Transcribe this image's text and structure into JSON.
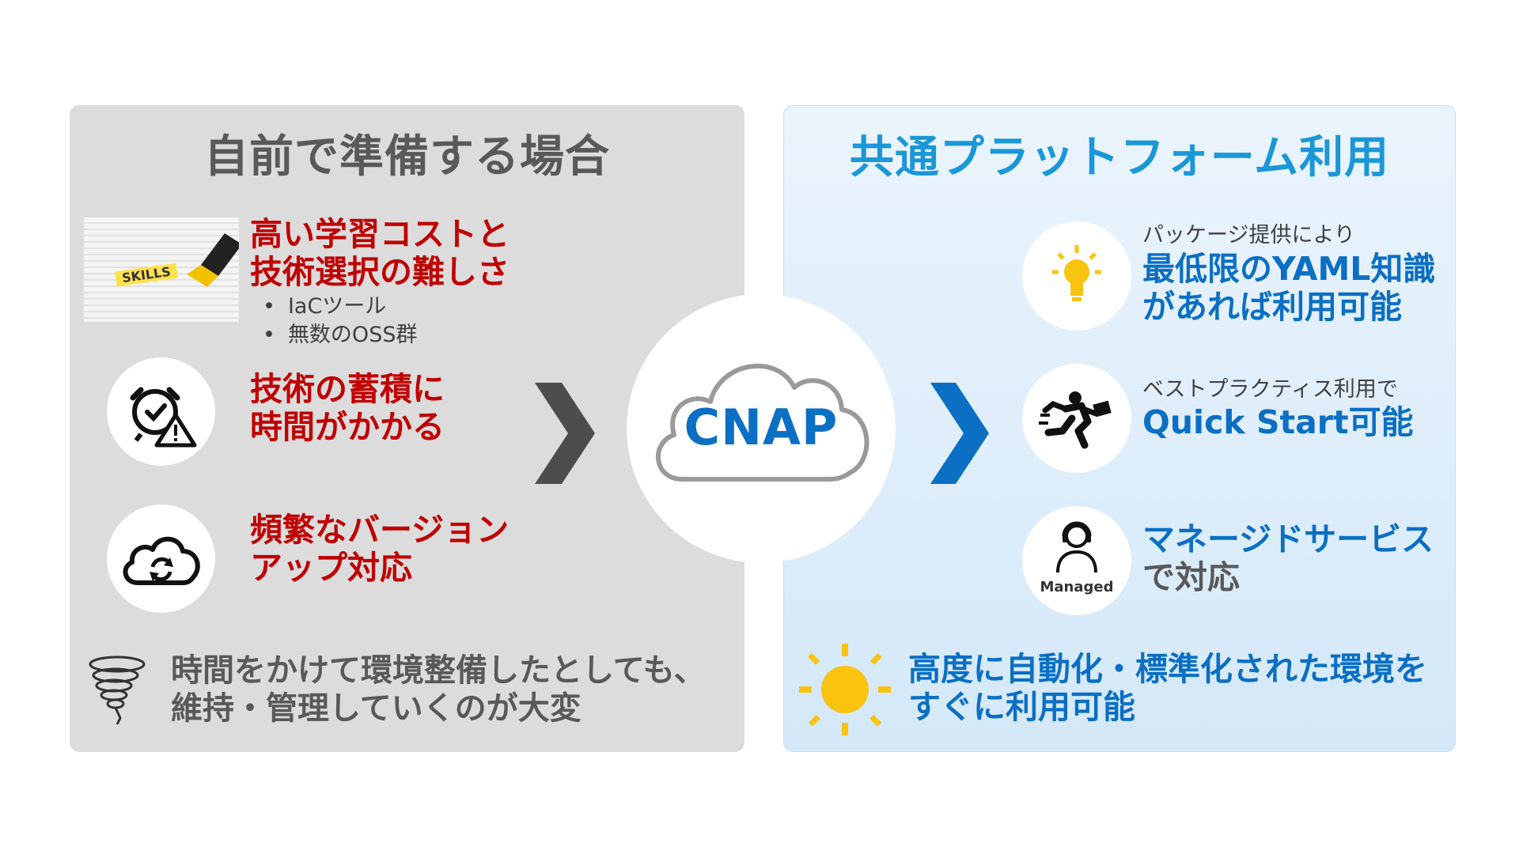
{
  "left": {
    "title": "自前で準備する場合",
    "item1": {
      "line1": "高い学習コストと",
      "line2": "技術選択の難しさ",
      "bullets": [
        "IaCツール",
        "無数のOSS群"
      ],
      "image_text": "SKILLS"
    },
    "item2": {
      "line1": "技術の蓄積に",
      "line2": "時間がかかる"
    },
    "item3": {
      "line1": "頻繁なバージョン",
      "line2": "アップ対応"
    },
    "footer": {
      "line1": "時間をかけて環境整備したとしても、",
      "line2": "維持・管理していくのが大変"
    }
  },
  "center": {
    "label": "CNAP"
  },
  "right": {
    "title": "共通プラットフォーム利用",
    "item1": {
      "small": "パッケージ提供により",
      "line1": "最低限のYAML知識",
      "line2": "があれば利用可能"
    },
    "item2": {
      "small": "ベストプラクティス利用で",
      "line1": "Quick Start可能"
    },
    "item3": {
      "line1": "マネージドサービス",
      "line2": "で対応",
      "icon_label": "Managed"
    },
    "footer": {
      "line1": "高度に自動化・標準化された環境を",
      "line2": "すぐに利用可能"
    }
  },
  "colors": {
    "left_chevron": "#4d4d4d",
    "right_chevron": "#0b6fc4",
    "red": "#c00000",
    "blue": "#0b6fc4",
    "title_blue": "#1a97d8",
    "sun": "#f9c310"
  },
  "icons": [
    "skills-image",
    "alarm-clock-warning-icon",
    "cloud-sync-icon",
    "tornado-icon",
    "cloud-icon",
    "lightbulb-icon",
    "running-man-icon",
    "headset-person-icon",
    "sun-icon"
  ]
}
